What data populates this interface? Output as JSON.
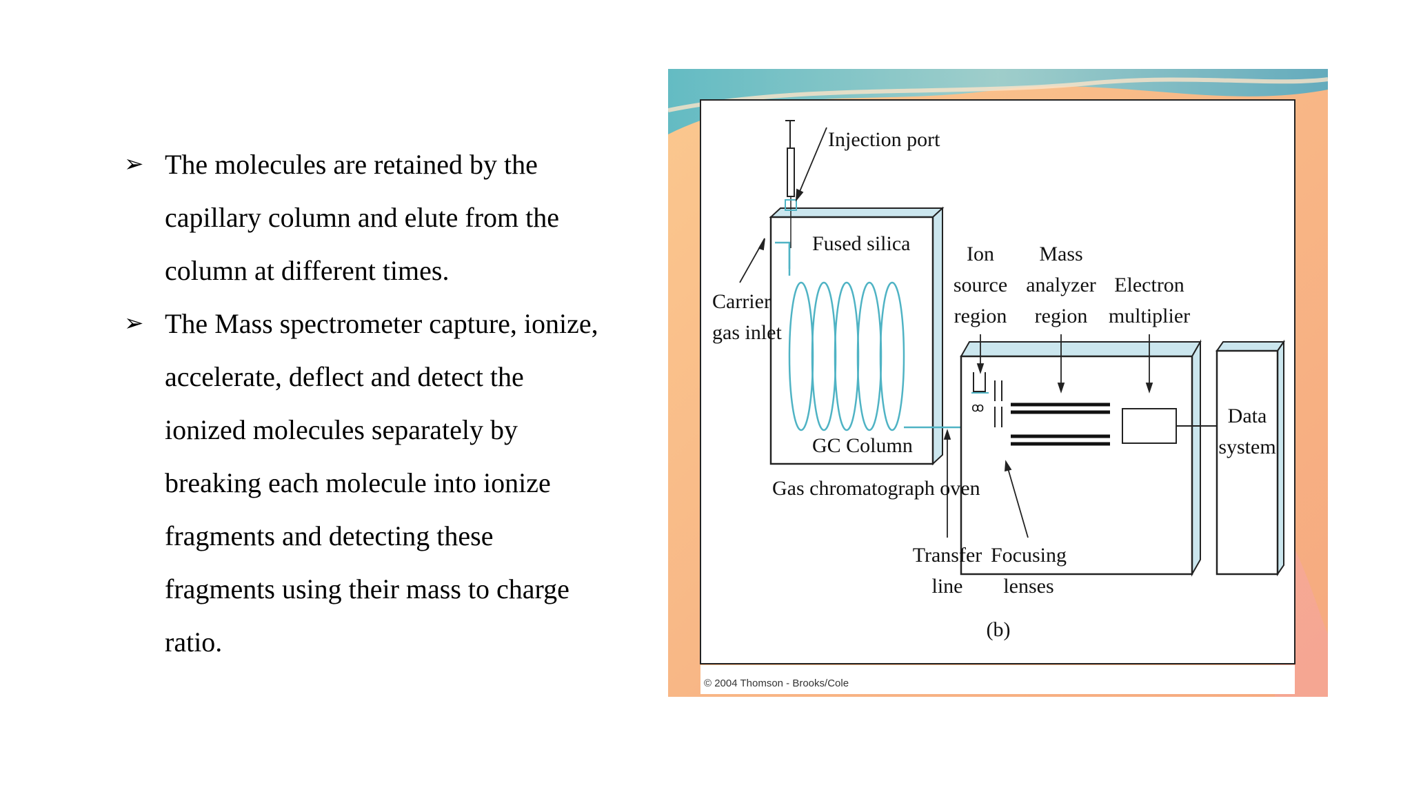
{
  "bullets": [
    {
      "lines": [
        "The molecules are retained by the",
        "capillary column and elute from the",
        "column at different times."
      ]
    },
    {
      "lines": [
        "The Mass spectrometer capture, ionize,",
        "accelerate, deflect and detect the",
        "ionized molecules separately by",
        "breaking each molecule into ionize",
        "fragments and detecting these",
        "fragments using their mass to charge",
        "ratio."
      ]
    }
  ],
  "diagram": {
    "labels": {
      "injection_port": "Injection port",
      "fused_silica": "Fused silica",
      "carrier_1": "Carrier",
      "carrier_2": "gas inlet",
      "gc_column": "GC Column",
      "gc_oven": "Gas chromatograph oven",
      "ion_1": "Ion",
      "ion_2": "source",
      "ion_3": "region",
      "mass_1": "Mass",
      "mass_2": "analyzer",
      "mass_3": "region",
      "electron_1": "Electron",
      "electron_2": "multiplier",
      "data_1": "Data",
      "data_2": "system",
      "transfer_1": "Transfer",
      "transfer_2": "line",
      "focusing_1": "Focusing",
      "focusing_2": "lenses",
      "panel": "(b)"
    },
    "copyright": "© 2004 Thomson - Brooks/Cole"
  },
  "colors": {
    "coil": "#4fb3c4",
    "box_edge": "#cbe6ee",
    "bg_orange": "#f6b27c",
    "bg_teal": "#5fc3cf"
  }
}
